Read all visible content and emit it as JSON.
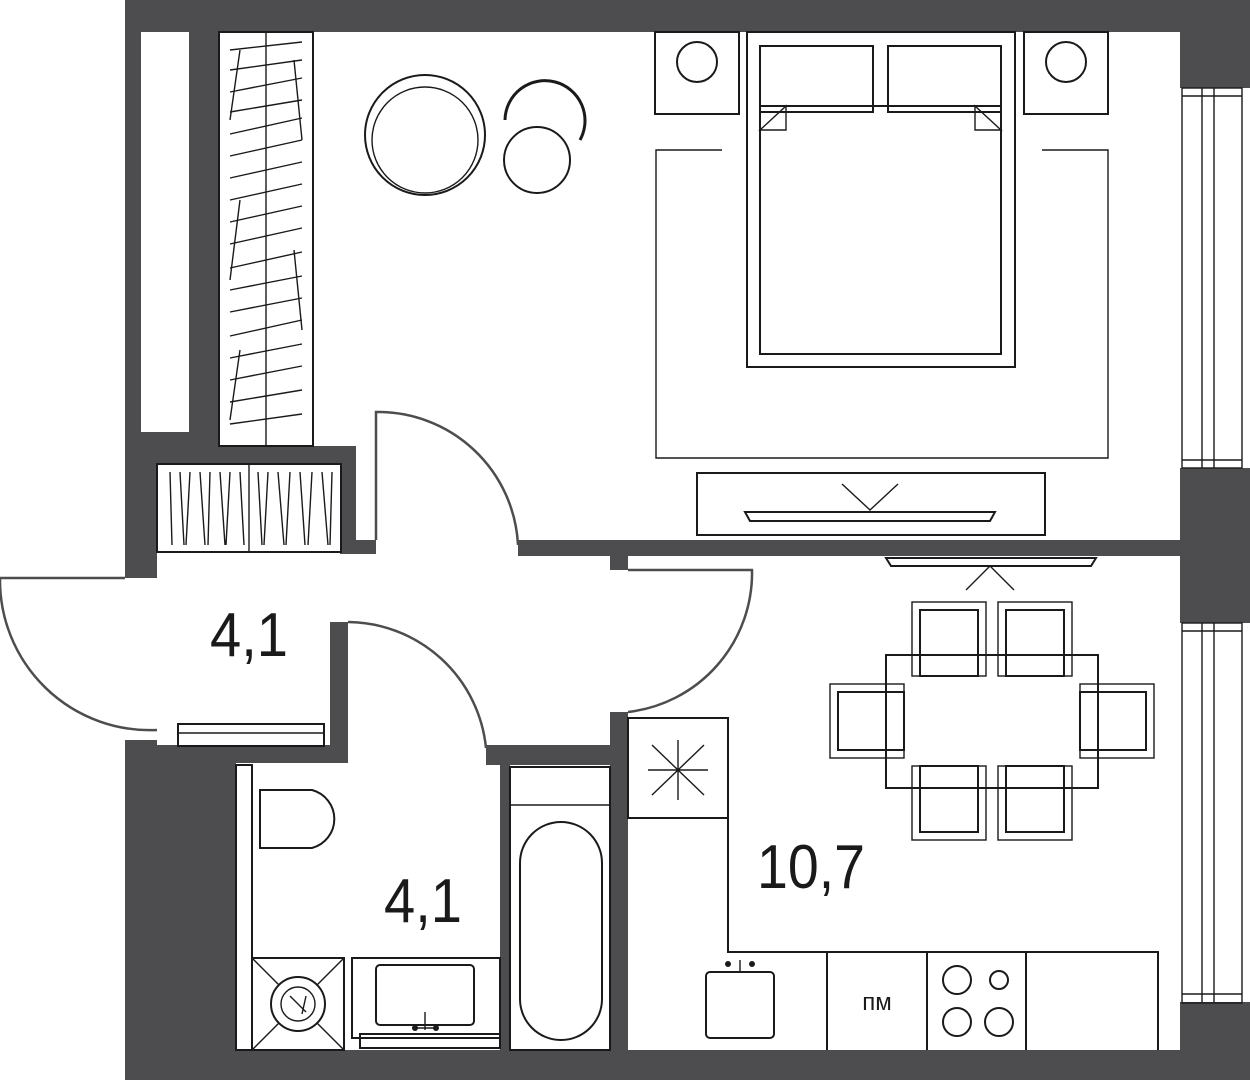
{
  "rooms": {
    "hallway": {
      "area": "4,1"
    },
    "bathroom": {
      "area": "4,1"
    },
    "kitchen_living": {
      "area": "10,7"
    }
  },
  "appliances": {
    "dishwasher_label": "пм"
  },
  "icons": [
    "bed-icon",
    "armchair-icon",
    "wardrobe-icon",
    "toilet-icon",
    "bathtub-icon",
    "sink-icon",
    "washing-machine-icon",
    "stove-icon",
    "fridge-icon",
    "dining-table-icon",
    "tv-icon",
    "window-icon",
    "door-icon"
  ],
  "colors": {
    "wall": "#4d4d4f",
    "line": "#1a1a1a"
  }
}
